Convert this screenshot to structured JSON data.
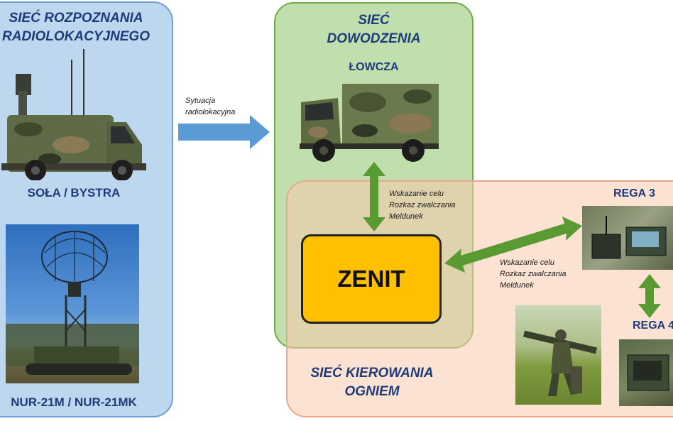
{
  "radar_network": {
    "title_line1": "SIEĆ ROZPOZNANIA",
    "title_line2": "RADIOLOKACYJNEGO",
    "vehicle1_label": "SOŁA / BYSTRA",
    "vehicle2_label": "NUR-21M / NUR-21MK"
  },
  "command_network": {
    "title_line1": "SIEĆ",
    "title_line2": "DOWODZENIA",
    "vehicle_label": "ŁOWCZA"
  },
  "fire_network": {
    "title_line1": "SIEĆ KIEROWANIA",
    "title_line2": "OGNIEM",
    "rega3_label": "REGA 3",
    "rega4_label": "REGA 4"
  },
  "zenit_label": "ZENIT",
  "flow_radar_to_command": {
    "line1": "Sytuacja",
    "line2": "radiolokacyjna"
  },
  "flow_command_zenit": {
    "line1": "Wskazanie celu",
    "line2": "Rozkaz zwalczania",
    "line3": "Meldunek"
  },
  "flow_zenit_rega": {
    "line1": "Wskazanie celu",
    "line2": "Rozkaz zwalczania",
    "line3": "Meldunek"
  },
  "colors": {
    "radar_panel": "#bdd7ee",
    "command_panel": "#a9d18e",
    "fire_panel": "#f8cbad",
    "zenit_box": "#ffc000",
    "blue_arrow": "#5b9bd5",
    "green_arrow": "#5a9a32",
    "title_text": "#1f3b7a"
  }
}
